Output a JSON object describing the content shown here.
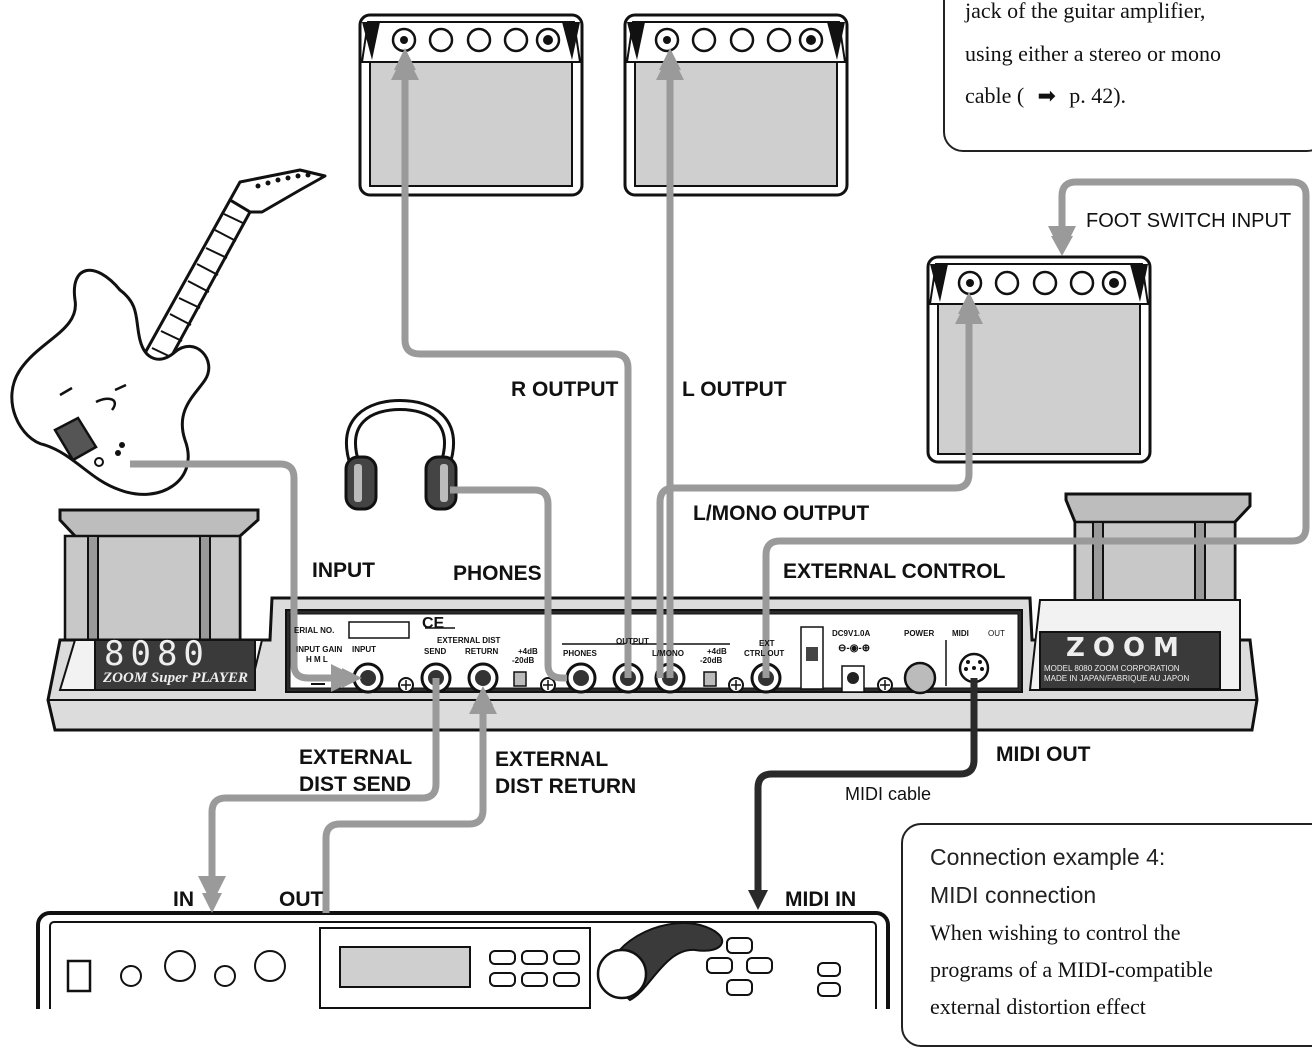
{
  "labels": {
    "r_output": "R OUTPUT",
    "l_output": "L OUTPUT",
    "foot_switch_input": "FOOT SWITCH INPUT",
    "l_mono_output": "L/MONO OUTPUT",
    "input": "INPUT",
    "phones": "PHONES",
    "external_control": "EXTERNAL CONTROL",
    "external_dist_send": "EXTERNAL\nDIST SEND",
    "external_dist_return": "EXTERNAL\nDIST RETURN",
    "midi_out": "MIDI OUT",
    "midi_cable": "MIDI cable",
    "in": "IN",
    "out": "OUT",
    "midi_in": "MIDI IN"
  },
  "top_note": {
    "line1": "jack of the guitar amplifier,",
    "line2": "using either a stereo or mono",
    "line3_pre": "cable (",
    "line3_post": "p. 42)."
  },
  "example4": {
    "title1": "Connection example 4:",
    "title2": "MIDI connection",
    "body1": "When wishing to control the",
    "body2": "programs of a MIDI-compatible",
    "body3": "external distortion effect"
  },
  "panel": {
    "serial": "ERIAL NO.",
    "ce": "CE",
    "input_gain": "INPUT GAIN",
    "hml": "H  M  L",
    "input": "INPUT",
    "external_dist": "EXTERNAL DIST",
    "send": "SEND",
    "return": "RETURN",
    "level_hi": "+4dB",
    "level_lo": "-20dB",
    "output": "OUTPUT",
    "phones": "PHONES",
    "l_mono": "L/MONO",
    "ext": "EXT",
    "ctrl_out": "CTRL OUT",
    "dc": "DC9V1.0A",
    "power": "POWER",
    "midi": "MIDI",
    "midi_out": "OUT"
  },
  "device": {
    "model_number": "8080",
    "brand_line": "ZOOM Super PLAYER",
    "logo": "ZOOM",
    "model_line1": "MODEL 8080 ZOOM CORPORATION",
    "model_line2": "MADE IN JAPAN/FABRIQUE AU JAPON"
  },
  "colors": {
    "cable": "#9a9a9a",
    "midi_cable": "#2a2a2a",
    "amp_fill": "#cfcfcf",
    "housing": "#dcdcdc"
  },
  "icons": [
    "guitar-icon",
    "headphones-icon",
    "amplifier-icon",
    "effects-rack-icon",
    "arrow-right-icon"
  ]
}
